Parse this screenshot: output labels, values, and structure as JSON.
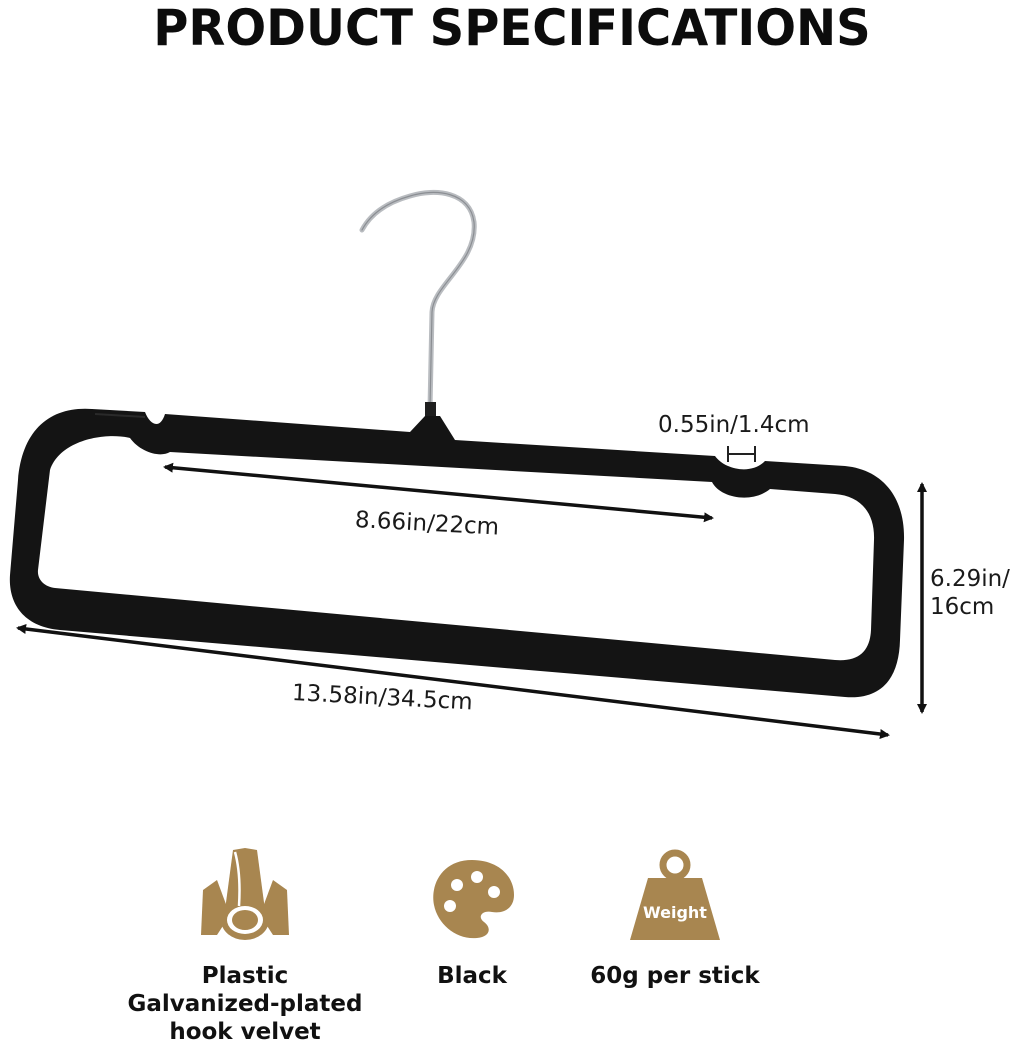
{
  "title": "PRODUCT SPECIFICATIONS",
  "dimensions": {
    "notch_width": "0.55in/1.4cm",
    "inner_length": "8.66in/22cm",
    "total_length": "13.58in/34.5cm",
    "height_line1": "6.29in/",
    "height_line2": "16cm"
  },
  "features": {
    "material_line1": "Plastic",
    "material_line2": "Galvanized-plated",
    "material_line3": "hook velvet",
    "color_label": "Black",
    "weight_label": "60g per stick",
    "weight_icon_text": "Weight"
  },
  "colors": {
    "icon_brown": "#a88650",
    "hanger_black": "#141414",
    "hook_silver": "#b9bcc0"
  }
}
